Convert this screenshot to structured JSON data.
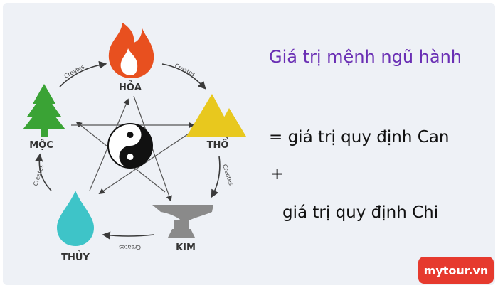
{
  "elements": {
    "fire": "HỎA",
    "earth": "THỔ",
    "metal": "KIM",
    "water": "THỦY",
    "wood": "MỘC"
  },
  "relation_label": "Creates",
  "colors": {
    "fire": "#e8501f",
    "earth": "#e8c81e",
    "metal": "#8a8a8a",
    "water": "#3ec4c8",
    "wood": "#3aa335",
    "title": "#6a2fb4",
    "watermark": "#e63a2e"
  },
  "text": {
    "title": "Giá trị mệnh ngũ hành",
    "line1": "= giá trị quy định Can",
    "plus": "+",
    "line2": "giá trị quy định Chi"
  },
  "watermark": "mytour.vn"
}
